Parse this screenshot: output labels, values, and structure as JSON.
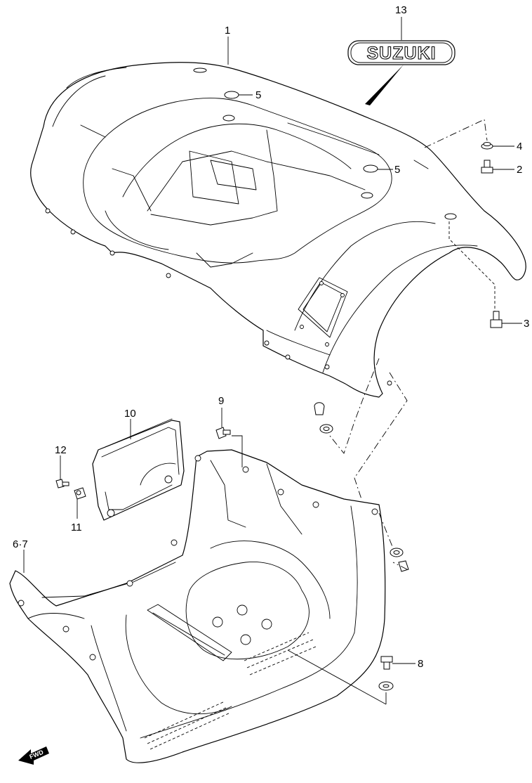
{
  "emblem": {
    "text": "SUZUKI"
  },
  "fwd_arrow": {
    "text": "FWD"
  },
  "callouts": {
    "c1": "1",
    "c2": "2",
    "c3": "3",
    "c4": "4",
    "c5a": "5",
    "c5b": "5",
    "c67": "6·7",
    "c8": "8",
    "c9": "9",
    "c10": "10",
    "c11": "11",
    "c12": "12",
    "c13": "13"
  }
}
